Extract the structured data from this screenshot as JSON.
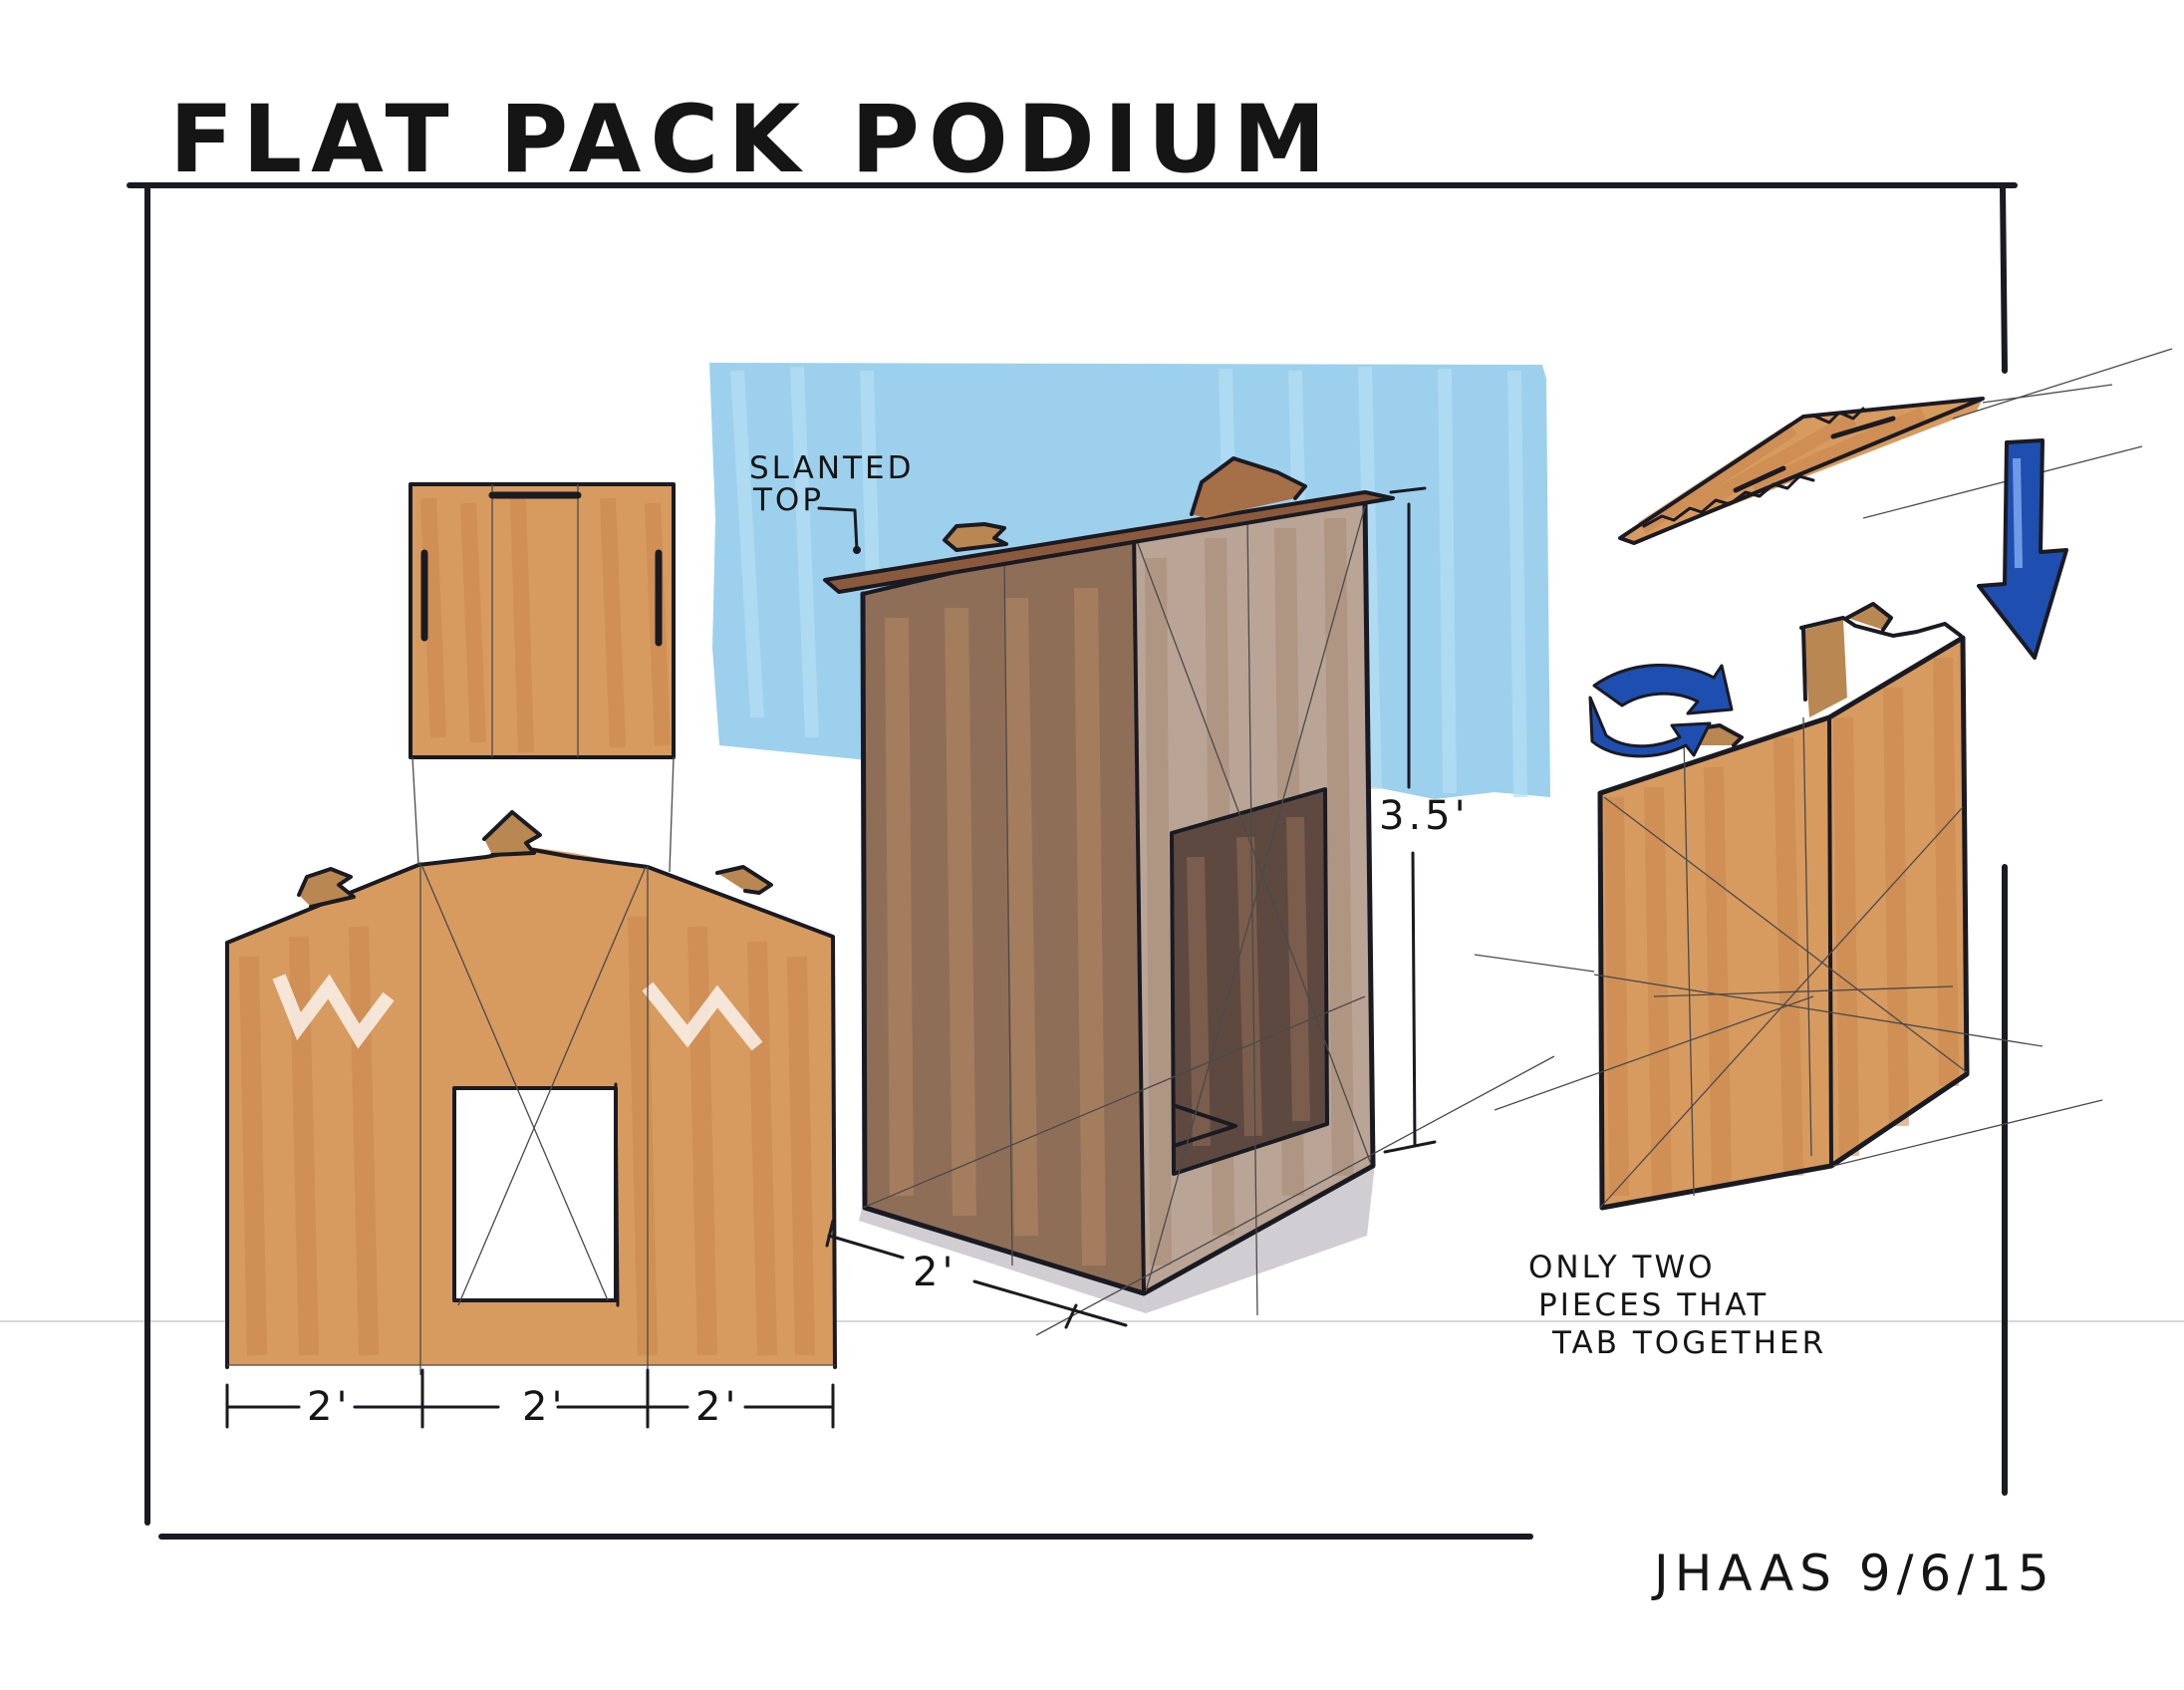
{
  "title": "FLAT PACK PODIUM",
  "annotations": {
    "slanted_top": [
      "SLANTED",
      "TOP"
    ],
    "height": "3.5'",
    "depth": "2'",
    "note": [
      "ONLY TWO",
      "PIECES THAT",
      "TAB TOGETHER"
    ]
  },
  "dimensions": {
    "width_1": "2'",
    "width_2": "2'",
    "width_3": "2'"
  },
  "signature": "JHAAS 9/6/15",
  "colors": {
    "cardboard": "#d79a5f",
    "shadow_brown": "#8f6e58",
    "backdrop_blue": "#8cc8ea",
    "arrow_blue": "#1e4fb0",
    "ink": "#1a1a22"
  }
}
